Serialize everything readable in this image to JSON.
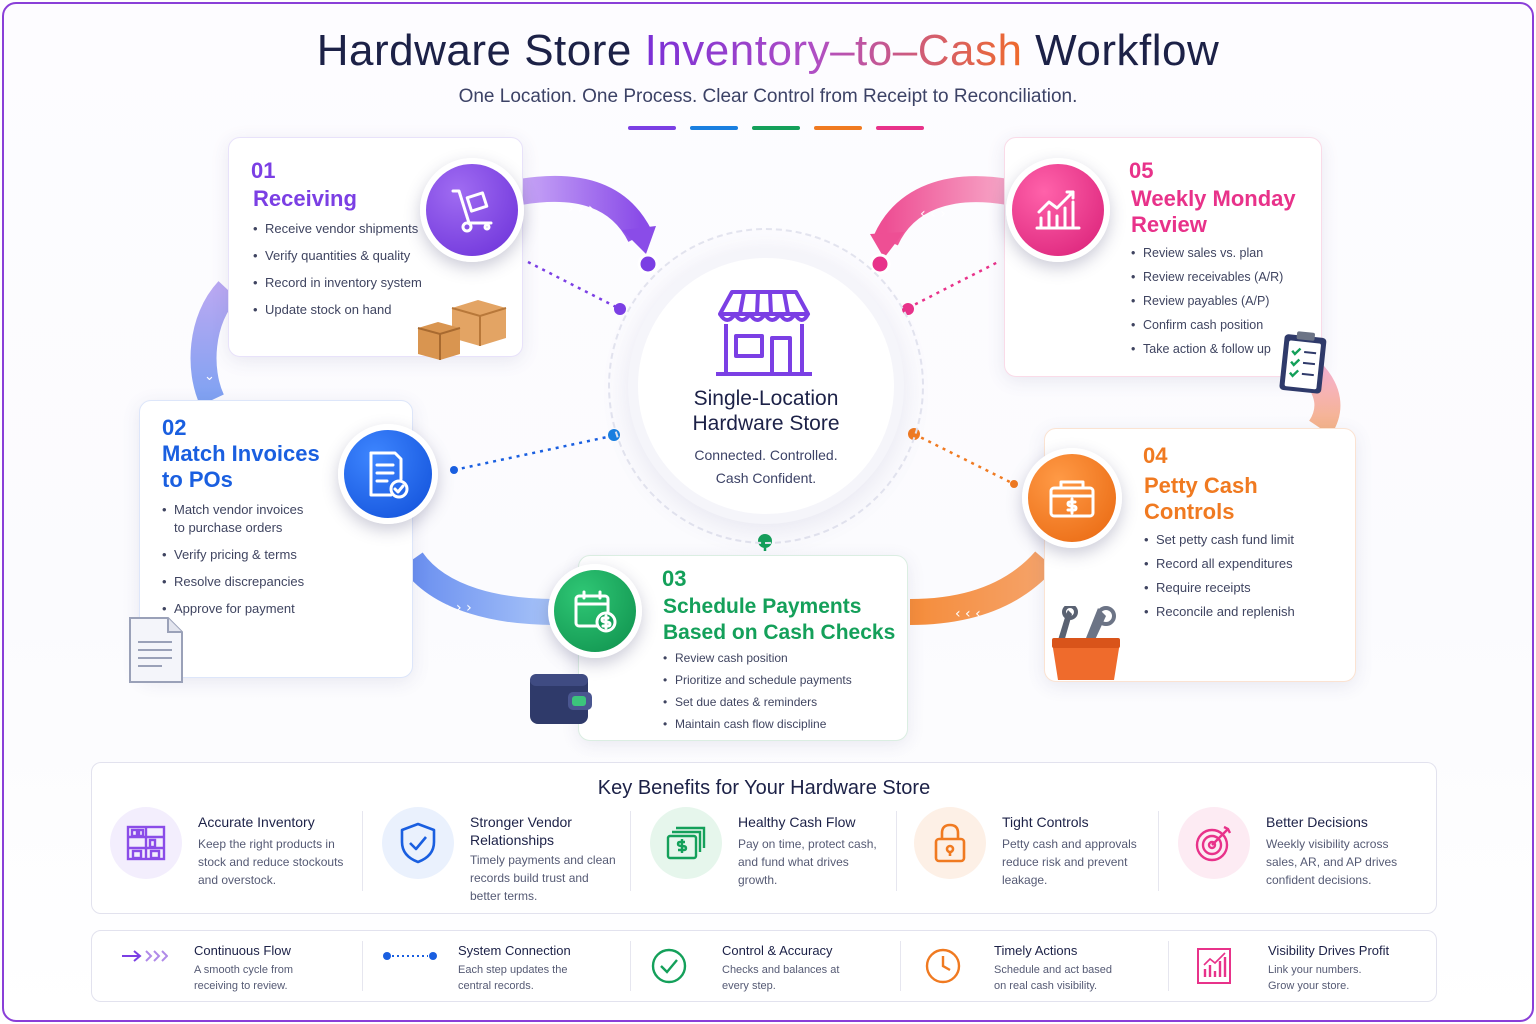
{
  "title": {
    "part1": "Hardware Store ",
    "part2": "Inventory–to–Cash",
    "part3": " Workflow"
  },
  "subtitle": "One Location. One Process. Clear Control from Receipt to Reconciliation.",
  "colors": {
    "purple": "#7b3fe4",
    "blue": "#1a5fe0",
    "green": "#14a05a",
    "orange": "#f07a21",
    "pink": "#e8328a"
  },
  "hub": {
    "title_line1": "Single-Location",
    "title_line2": "Hardware Store",
    "sub_line1": "Connected. Controlled.",
    "sub_line2": "Cash Confident.",
    "icon": "storefront-icon"
  },
  "steps": [
    {
      "num": "01",
      "title_line1": "Receiving",
      "title_line2": "",
      "icon": "hand-truck-icon",
      "items": [
        "Receive vendor shipments",
        "Verify quantities & quality",
        "Record in inventory system",
        "Update stock on hand"
      ]
    },
    {
      "num": "02",
      "title_line1": "Match Invoices",
      "title_line2": "to POs",
      "icon": "invoice-check-icon",
      "items": [
        "Match vendor invoices to purchase orders",
        "Verify pricing & terms",
        "Resolve discrepancies",
        "Approve for payment"
      ]
    },
    {
      "num": "03",
      "title_line1": "Schedule Payments",
      "title_line2": "Based on Cash Checks",
      "icon": "calendar-dollar-icon",
      "items": [
        "Review cash position",
        "Prioritize and schedule payments",
        "Set due dates & reminders",
        "Maintain cash flow discipline"
      ]
    },
    {
      "num": "04",
      "title_line1": "Petty Cash",
      "title_line2": "Controls",
      "icon": "cash-box-icon",
      "items": [
        "Set petty cash fund limit",
        "Record all expenditures",
        "Require receipts",
        "Reconcile and replenish"
      ]
    },
    {
      "num": "05",
      "title_line1": "Weekly Monday",
      "title_line2": "Review",
      "icon": "growth-chart-icon",
      "items": [
        "Review sales vs. plan",
        "Review receivables (A/R)",
        "Review payables (A/P)",
        "Confirm cash position",
        "Take action & follow up"
      ]
    }
  ],
  "benefits": {
    "title": "Key Benefits for Your Hardware Store",
    "items": [
      {
        "title": "Accurate Inventory",
        "text": "Keep the right products in stock and reduce stockouts and overstock.",
        "icon": "shelves-icon"
      },
      {
        "title": "Stronger Vendor Relationships",
        "text": "Timely payments and clean records build trust and better terms.",
        "icon": "shield-check-icon"
      },
      {
        "title": "Healthy Cash Flow",
        "text": "Pay on time, protect cash, and fund what drives growth.",
        "icon": "cash-stack-icon"
      },
      {
        "title": "Tight Controls",
        "text": "Petty cash and approvals reduce risk and prevent leakage.",
        "icon": "padlock-icon"
      },
      {
        "title": "Better Decisions",
        "text": "Weekly visibility across sales, AR, and AP drives confident decisions.",
        "icon": "target-icon"
      }
    ]
  },
  "legend": [
    {
      "title": "Continuous Flow",
      "text": "A smooth cycle from receiving to review.",
      "icon": "flow-arrow-icon"
    },
    {
      "title": "System Connection",
      "text": "Each step updates the central records.",
      "icon": "dotted-connector-icon"
    },
    {
      "title": "Control & Accuracy",
      "text": "Checks and balances at every step.",
      "icon": "check-circle-icon"
    },
    {
      "title": "Timely Actions",
      "text": "Schedule and act based on real cash visibility.",
      "icon": "clock-icon"
    },
    {
      "title": "Visibility Drives Profit",
      "text": "Link your numbers. Grow your store.",
      "icon": "bar-chart-icon"
    }
  ]
}
